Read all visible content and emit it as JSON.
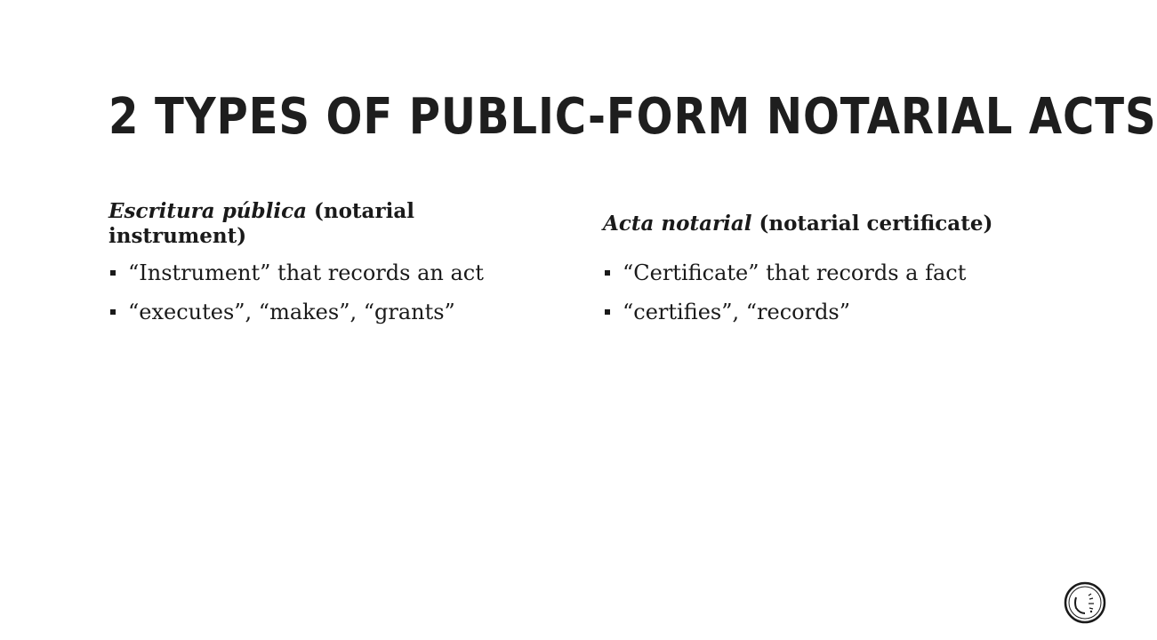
{
  "slide": {
    "title": "2 TYPES OF PUBLIC-FORM NOTARIAL ACTS",
    "left_column": {
      "heading_italic": "Escritura pública",
      "heading_rest": " (notarial instrument)",
      "bullets": [
        "“Instrument” that records an act",
        "“executes”, “makes”, “grants”"
      ]
    },
    "right_column": {
      "heading_italic": "Acta notarial",
      "heading_rest": " (notarial certificate)",
      "bullets": [
        "“Certificate” that records a fact",
        "“certifies”, “records”"
      ]
    },
    "logo_icon": "circular-seal-icon"
  }
}
